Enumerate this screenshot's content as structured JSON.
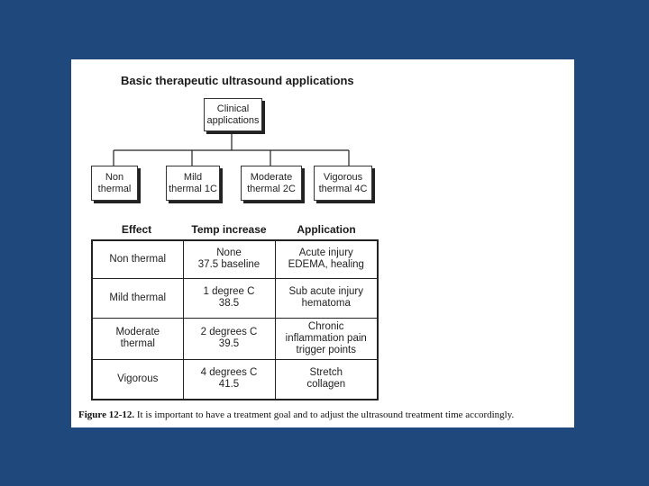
{
  "diagram": {
    "title": "Basic therapeutic ultrasound applications",
    "root": "Clinical\napplications",
    "children": [
      "Non\nthermal",
      "Mild\nthermal 1C",
      "Moderate\nthermal 2C",
      "Vigorous\nthermal 4C"
    ]
  },
  "table": {
    "headers": [
      "Effect",
      "Temp increase",
      "Application"
    ],
    "rows": [
      [
        "Non thermal",
        "None\n37.5 baseline",
        "Acute injury\nEDEMA, healing"
      ],
      [
        "Mild thermal",
        "1 degree C\n38.5",
        "Sub acute injury\nhematoma"
      ],
      [
        "Moderate\nthermal",
        "2 degrees C\n39.5",
        "Chronic\ninflammation pain\ntrigger points"
      ],
      [
        "Vigorous",
        "4 degrees C\n41.5",
        "Stretch\ncollagen"
      ]
    ]
  },
  "caption": {
    "label": "Figure 12-12.",
    "text": " It is important to have a treatment goal and to adjust the ultrasound treatment time accordingly."
  }
}
